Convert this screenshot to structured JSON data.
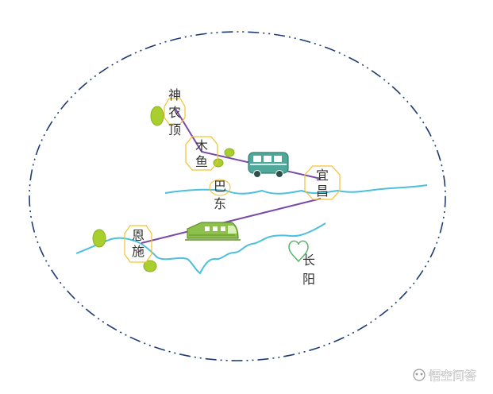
{
  "map": {
    "places": {
      "shennongding": [
        "神",
        "农",
        "顶"
      ],
      "muyu": [
        "木",
        "鱼"
      ],
      "yichang": [
        "宜",
        "昌"
      ],
      "badong": [
        "巴",
        "东"
      ],
      "enshi": [
        "恩",
        "施"
      ],
      "changyang": [
        "长",
        "阳"
      ]
    },
    "transport": {
      "bus": "bus-icon",
      "train": "train-icon"
    },
    "colors": {
      "border": "#1f3b73",
      "river": "#4cc0dd",
      "route": "#7a4aa8",
      "marker": "#f2c230",
      "tree": "#a9cf2e",
      "bus": "#4fa899",
      "train": "#8cc04a",
      "heart": "#59b36a"
    }
  },
  "watermark": {
    "text": "悟空问答"
  }
}
